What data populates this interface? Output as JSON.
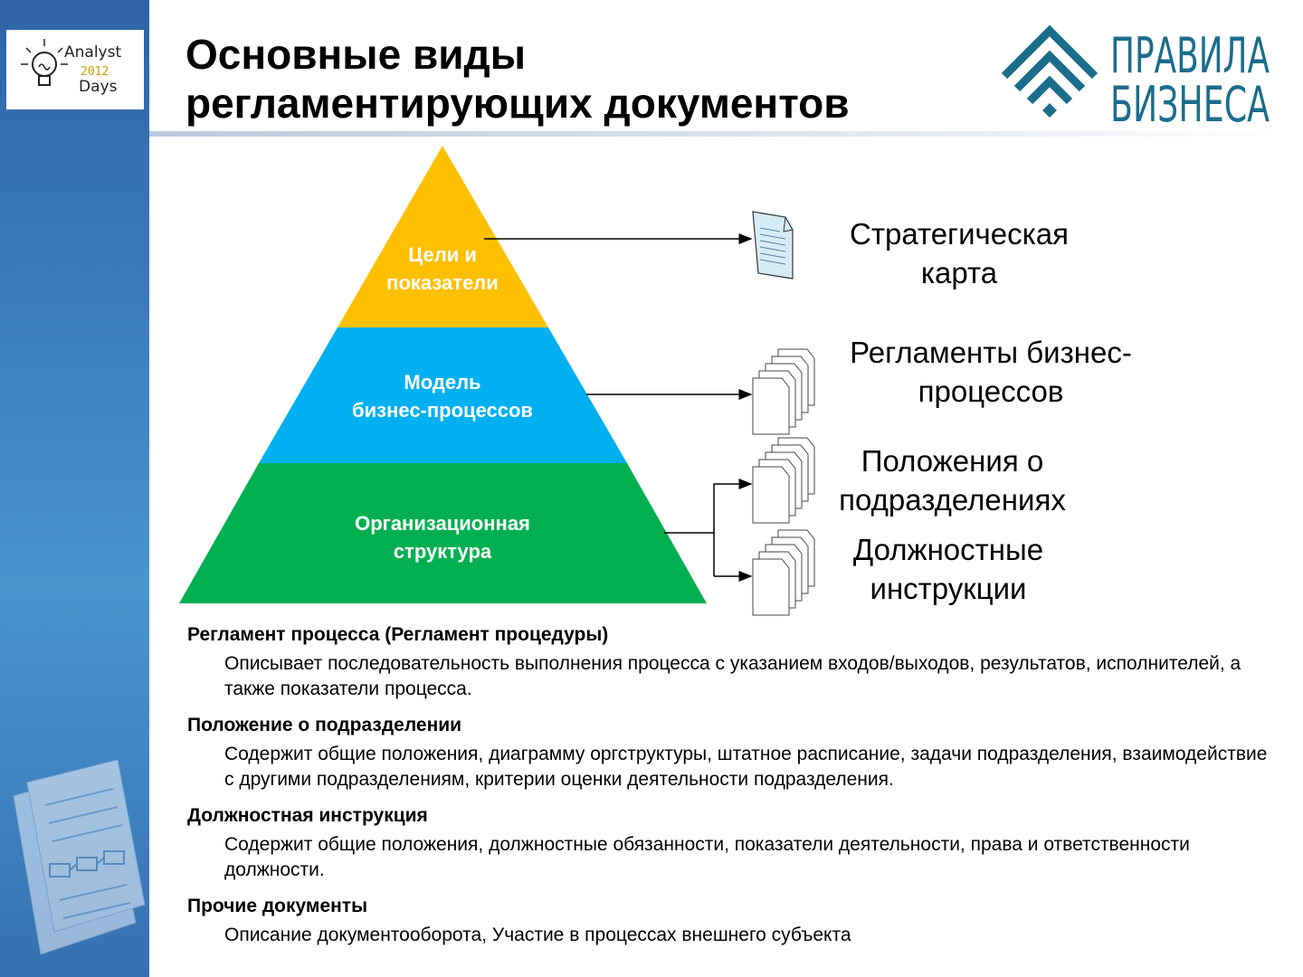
{
  "logo": {
    "line1": "Analyst",
    "line2": "2012",
    "line3": "Days"
  },
  "title": {
    "line1": "Основные виды",
    "line2": "регламентирующих документов"
  },
  "brand": {
    "line1": "ПРАВИЛА",
    "line2": "БИЗНЕСА",
    "color": "#1b6d8c"
  },
  "pyramid": {
    "levels": [
      {
        "line1": "Цели и",
        "line2": "показатели",
        "color": "#ffc000"
      },
      {
        "line1": "Модель",
        "line2": "бизнес-процессов",
        "color": "#00b0f0"
      },
      {
        "line1": "Организационная",
        "line2": "структура",
        "color": "#00b050"
      }
    ]
  },
  "documents": [
    {
      "line1": "Стратегическая",
      "line2": "карта"
    },
    {
      "line1": "Регламенты бизнес-",
      "line2": "процессов"
    },
    {
      "line1": "Положения о",
      "line2": "подразделениях"
    },
    {
      "line1": "Должностные",
      "line2": "инструкции"
    }
  ],
  "descriptions": [
    {
      "heading": "Регламент процесса (Регламент процедуры)",
      "text": "Описывает последовательность выполнения процесса с указанием входов/выходов, результатов, исполнителей, а также показатели процесса."
    },
    {
      "heading": "Положение о подразделении",
      "text": "Содержит общие положения, диаграмму оргструктуры, штатное расписание, задачи подразделения, взаимодействие с другими подразделениям, критерии оценки деятельности подразделения."
    },
    {
      "heading": "Должностная инструкция",
      "text": "Содержит общие положения, должностные обязанности, показатели деятельности, права и ответственности должности."
    },
    {
      "heading": "Прочие документы",
      "text": "Описание документооборота, Участие в процессах внешнего субъекта"
    }
  ]
}
